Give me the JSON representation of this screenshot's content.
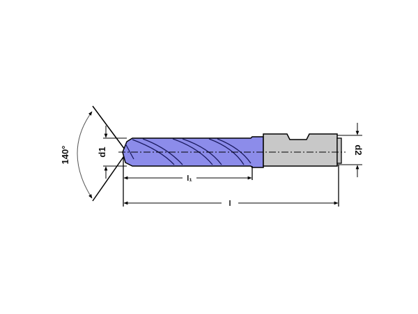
{
  "diagram": {
    "type": "drill-technical-drawing",
    "subject": "solid carbide twist drill with flat on shank",
    "colors": {
      "background": "#ffffff",
      "flute_body": "#8c8cea",
      "shank": "#c8c8c8",
      "outline": "#000000",
      "dimension_line": "#000000"
    },
    "labels": {
      "point_angle": "140°",
      "cutting_diameter": "d1",
      "shank_diameter": "d2",
      "flute_length": "l₁",
      "overall_length": "l"
    }
  }
}
